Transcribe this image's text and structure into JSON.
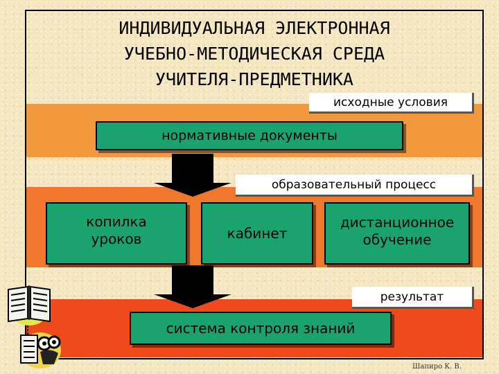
{
  "title": {
    "line1": "ИНДИВИДУАЛЬНАЯ ЭЛЕКТРОННАЯ",
    "line2": "УЧЕБНО-МЕТОДИЧЕСКАЯ СРЕДА",
    "line3": "УЧИТЕЛЯ-ПРЕДМЕТНИКА"
  },
  "sections": {
    "initial": "исходные условия",
    "process": "образовательный процесс",
    "result": "результат"
  },
  "boxes": {
    "normative": "нормативные документы",
    "lessons_line1": "копилка",
    "lessons_line2": "уроков",
    "cabinet": "кабинет",
    "distance_line1": "дистанционное",
    "distance_line2": "обучение",
    "control": "система контроля знаний"
  },
  "credit": "Шапиро К. В.",
  "colors": {
    "band_initial": "#f2993d",
    "band_process": "#f0782a",
    "band_result": "#ee4a1c",
    "box_fill": "#1aa36f"
  },
  "icons": [
    "book-icon",
    "owl-icon"
  ]
}
